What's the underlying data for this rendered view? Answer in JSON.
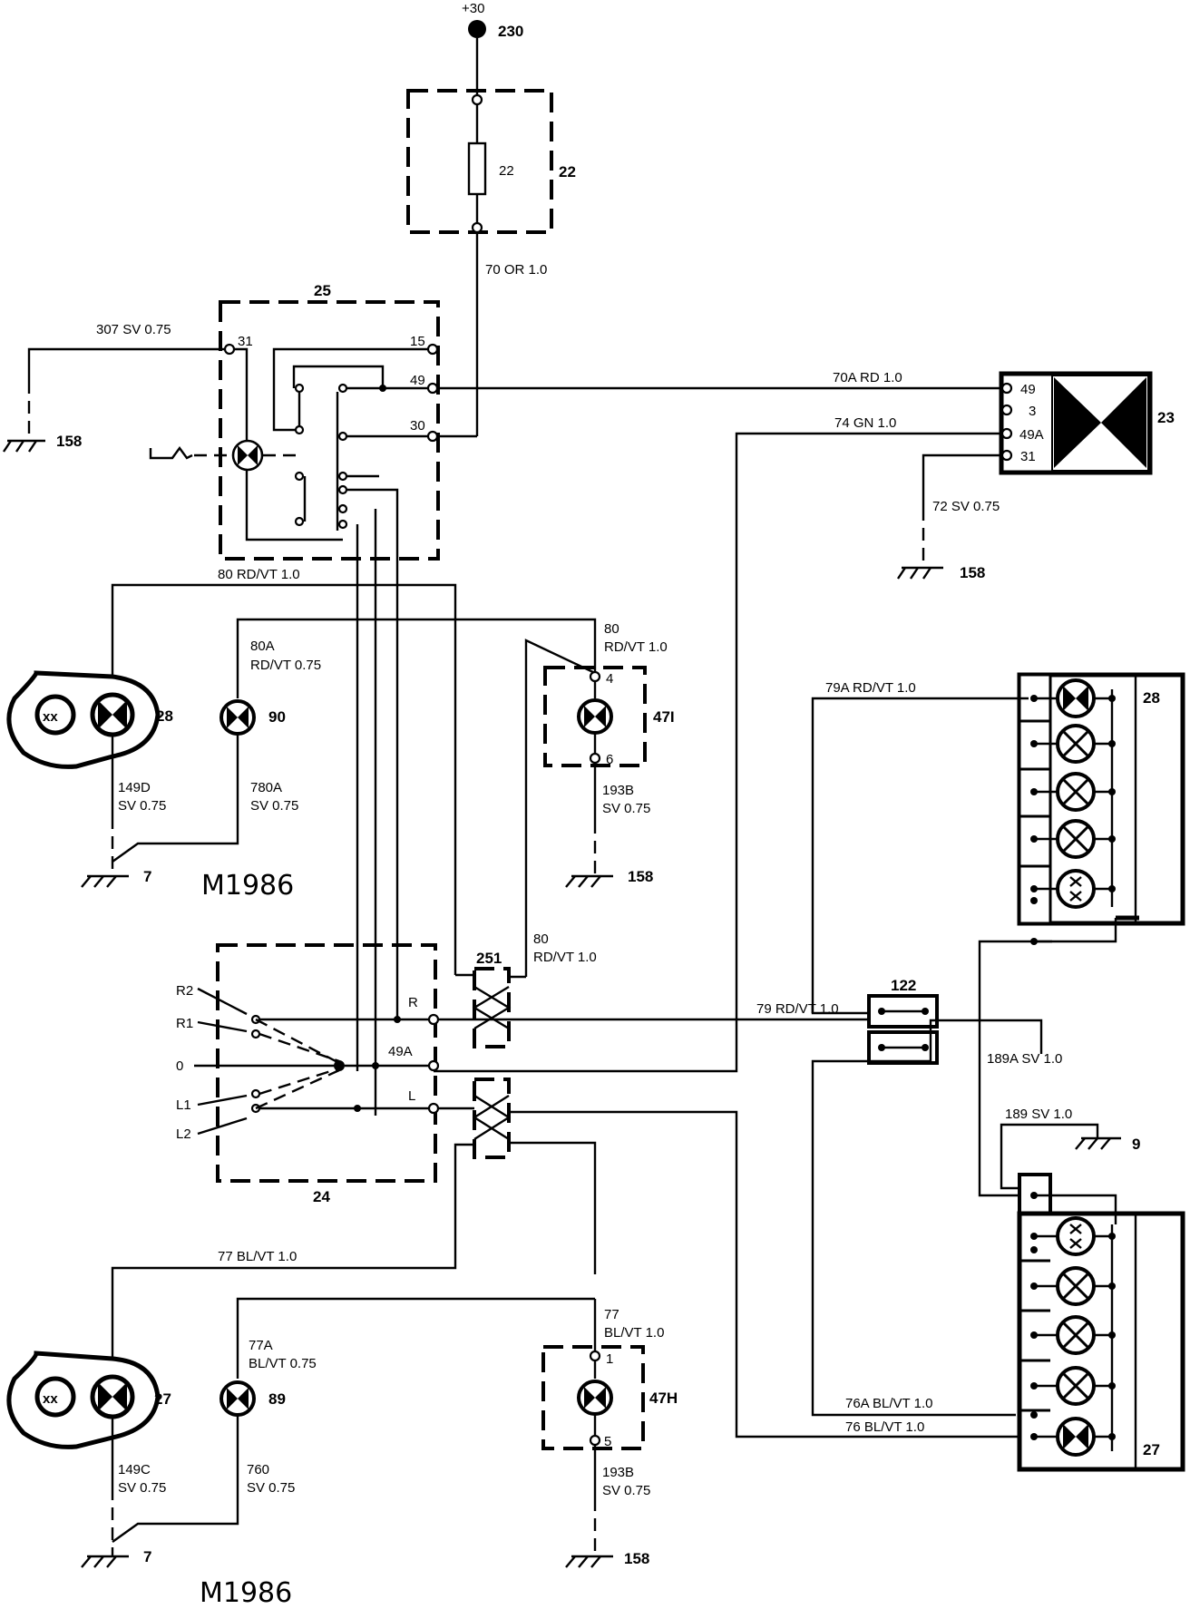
{
  "supply": {
    "label": "+30",
    "ref": "230"
  },
  "fuse_box": {
    "fuse_label": "22",
    "ref": "22"
  },
  "relay": {
    "ref": "25",
    "pin_31": "31",
    "pin_15": "15",
    "pin_49": "49",
    "pin_30": "30"
  },
  "indicator_lamp": {
    "ref": "23",
    "pin_49": "49",
    "pin_3": "3",
    "pin_49a": "49A",
    "pin_31": "31"
  },
  "switch": {
    "ref": "24",
    "pos_r2": "R2",
    "pos_r1": "R1",
    "pos_0": "0",
    "pos_l1": "L1",
    "pos_l2": "L2",
    "term_r": "R",
    "term_49a": "49A",
    "term_l": "L"
  },
  "connectors": {
    "c251": "251",
    "c122": "122"
  },
  "lamps": {
    "front_right": "28",
    "side_right": "90",
    "side_marker_right": "47I",
    "front_left": "27",
    "side_left": "89",
    "side_marker_left": "47H",
    "rear_right_cluster": "28",
    "rear_left_cluster": "27",
    "pin_4": "4",
    "pin_6": "6",
    "pin_1": "1",
    "pin_5": "5"
  },
  "grounds": {
    "g158a": "158",
    "g158b": "158",
    "g158c": "158",
    "g158d": "158",
    "g7a": "7",
    "g7b": "7",
    "g9": "9"
  },
  "model_labels": {
    "top": "M1986",
    "bottom": "M1986"
  },
  "wires": {
    "w70": "70 OR 1.0",
    "w307": "307 SV 0.75",
    "w70a": "70A RD 1.0",
    "w74": "74 GN 1.0",
    "w72": "72 SV 0.75",
    "w80_top": "80 RD/VT 1.0",
    "w80a_1": "80A",
    "w80a_2": "RD/VT 0.75",
    "w80_1": "80",
    "w80_2": "RD/VT 1.0",
    "w149d_1": "149D",
    "w149d_2": "SV 0.75",
    "w780a_1": "780A",
    "w780a_2": "SV 0.75",
    "w193b_1": "193B",
    "w193b_2": "SV 0.75",
    "w79a": "79A RD/VT 1.0",
    "w80b_1": "80",
    "w80b_2": "RD/VT 1.0",
    "w79": "79 RD/VT 1.0",
    "w189a": "189A SV 1.0",
    "w189": "189 SV 1.0",
    "w77": "77 BL/VT 1.0",
    "w77a_1": "77A",
    "w77a_2": "BL/VT 0.75",
    "w77b_1": "77",
    "w77b_2": "BL/VT 1.0",
    "w149c_1": "149C",
    "w149c_2": "SV 0.75",
    "w760_1": "760",
    "w760_2": "SV  0.75",
    "w193b2_1": "193B",
    "w193b2_2": "SV 0.75",
    "w76a": "76A BL/VT 1.0",
    "w76": "76 BL/VT 1.0"
  }
}
